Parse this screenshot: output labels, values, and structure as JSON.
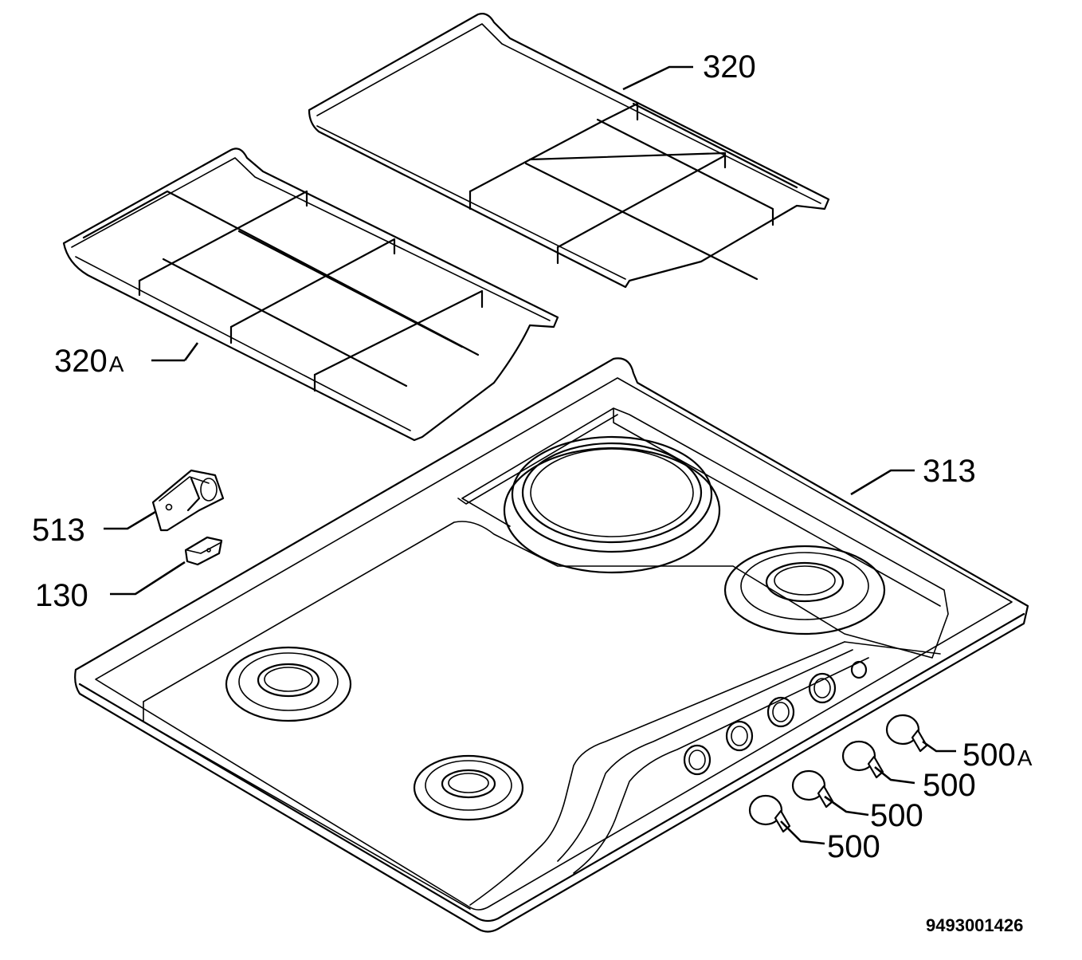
{
  "diagram": {
    "document_code": "9493001426",
    "labels": {
      "grid_rear": "320",
      "grid_front_num": "320",
      "grid_front_suffix": "A",
      "hob_top": "313",
      "bracket": "513",
      "clip": "130",
      "knob_a_num": "500",
      "knob_a_suffix": "A",
      "knob_1": "500",
      "knob_2": "500",
      "knob_3": "500"
    }
  }
}
